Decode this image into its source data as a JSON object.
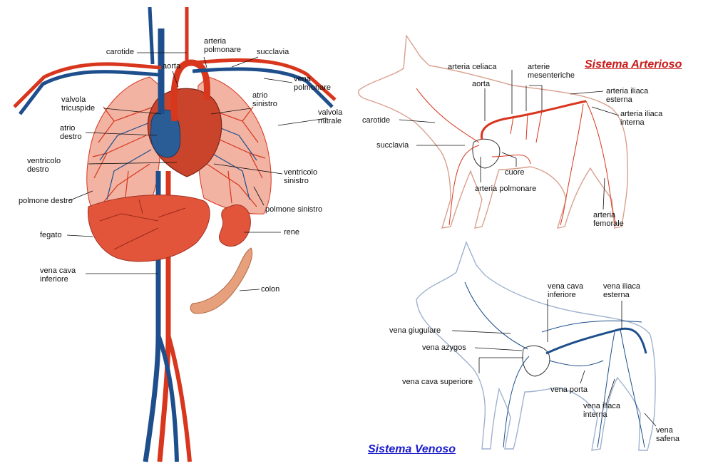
{
  "colors": {
    "artery": "#d8361d",
    "vein": "#1e4f8c",
    "organ": "#e2553a",
    "outline": "#d9a08e",
    "arterial_title": "#c81a1a",
    "venous_title": "#1a1acc"
  },
  "human": {
    "carotide": "carotide",
    "arteria_polmonare": "arteria\npolmonare",
    "succlavia": "succlavia",
    "aorta": "aorta",
    "vena_polmonare": "vena\npolmonare",
    "valvola_tricuspide": "valvola\ntricuspide",
    "atrio_sinistro": "atrio\nsinistro",
    "valvola_mitrale": "valvola\nmitrale",
    "atrio_destro": "atrio\ndestro",
    "ventricolo_destro": "ventricolo\ndestro",
    "ventricolo_sinistro": "ventricolo\nsinistro",
    "polmone_destro": "polmone destro",
    "polmone_sinistro": "polmone sinistro",
    "fegato": "fegato",
    "rene": "rene",
    "vena_cava_inferiore": "vena cava\ninferiore",
    "colon": "colon"
  },
  "arterial": {
    "title": "Sistema Arterioso",
    "arteria_celiaca": "arteria celiaca",
    "arterie_mesenteriche": "arterie\nmesenteriche",
    "aorta": "aorta",
    "arteria_iliaca_esterna": "arteria iliaca\nesterna",
    "arteria_iliaca_interna": "arteria iliaca\ninterna",
    "carotide": "carotide",
    "succlavia": "succlavia",
    "cuore": "cuore",
    "arteria_polmonare": "arteria polmonare",
    "arteria_femorale": "arteria\nfemorale"
  },
  "venous": {
    "title": "Sistema Venoso",
    "vena_cava_inferiore": "vena cava\ninferiore",
    "vena_iliaca_esterna": "vena iliaca\nesterna",
    "vena_giugulare": "vena giugulare",
    "vena_azygos": "vena azygos",
    "vena_cava_superiore": "vena cava superiore",
    "vena_porta": "vena porta",
    "vena_iliaca_interna": "vena iliaca\ninterna",
    "vena_safena": "vena\nsafena"
  }
}
